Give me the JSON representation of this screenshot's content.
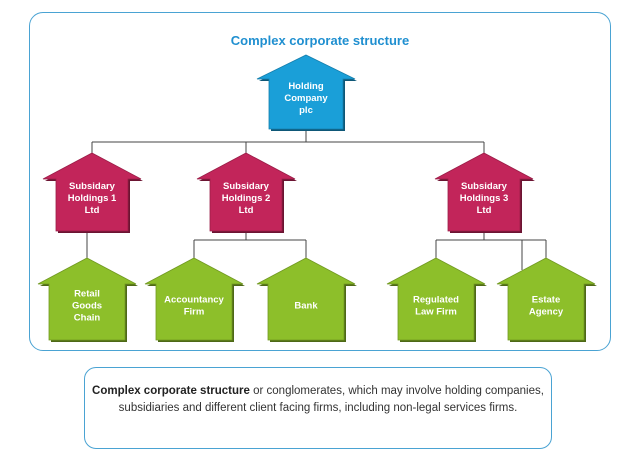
{
  "title": "Complex corporate structure",
  "colors": {
    "top": "#1a9fd8",
    "middle": "#c2255a",
    "bottom": "#8dbf2a",
    "line": "#444444",
    "frame": "#4aa3d3"
  },
  "nodes": {
    "holding": [
      "Holding",
      "Company",
      "plc"
    ],
    "sub1": [
      "Subsidary",
      "Holdings 1",
      "Ltd"
    ],
    "sub2": [
      "Subsidary",
      "Holdings 2",
      "Ltd"
    ],
    "sub3": [
      "Subsidary",
      "Holdings 3",
      "Ltd"
    ],
    "retail": [
      "Retail",
      "Goods",
      "Chain"
    ],
    "accountancy": [
      "Accountancy",
      "Firm"
    ],
    "bank": [
      "Bank"
    ],
    "law": [
      "Regulated",
      "Law Firm"
    ],
    "estate": [
      "Estate",
      "Agency"
    ]
  },
  "caption": {
    "bold": "Complex corporate structure",
    "rest": " or conglomerates, which may involve holding companies, subsidiaries and different client facing firms, including non-legal services firms."
  }
}
